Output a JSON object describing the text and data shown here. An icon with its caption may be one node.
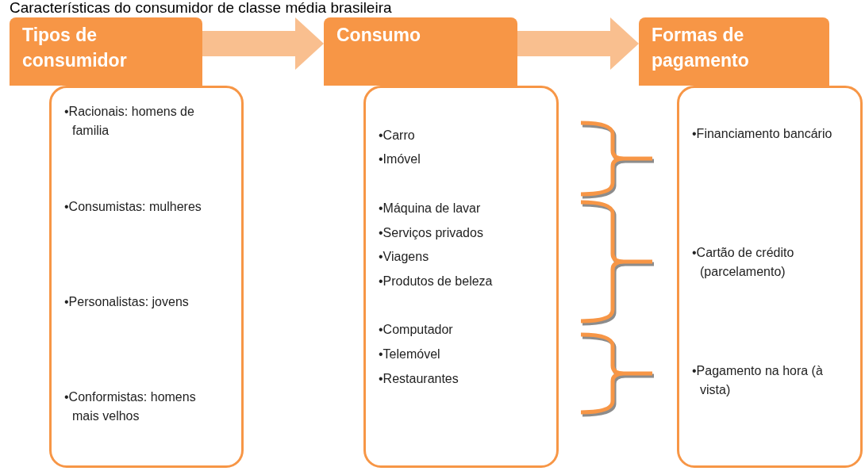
{
  "diagram": {
    "title": "Características do consumidor de classe média brasileira",
    "nodes": [
      {
        "text": [
          "Tipos de consumidor"
        ]
      },
      {
        "text": [
          "•Racionais: homens de familia",
          "•Consumistas: mulheres",
          "•Personalistas: jovens",
          "•Conformistas: homens mais velhos"
        ]
      },
      {
        "text": [
          "Consumo"
        ]
      },
      {
        "text": [
          "•Carro",
          "•Imóvel",
          "•Máquina de lavar",
          "•Serviços privados",
          "•Viagens",
          "•Produtos de beleza",
          "•Computador",
          "•Telemóvel",
          "•Restaurantes"
        ]
      },
      {
        "text": [
          "Formas de pagamento"
        ]
      },
      {
        "text": [
          "•Financiamento bancário",
          "•Cartão de crédito (parcelamento)",
          "•Pagamento na hora (à vista)"
        ]
      }
    ],
    "edges": [
      {
        "from": 0,
        "to": 2,
        "arrow": "to"
      },
      {
        "from": 2,
        "to": 4,
        "arrow": "to"
      }
    ]
  }
}
